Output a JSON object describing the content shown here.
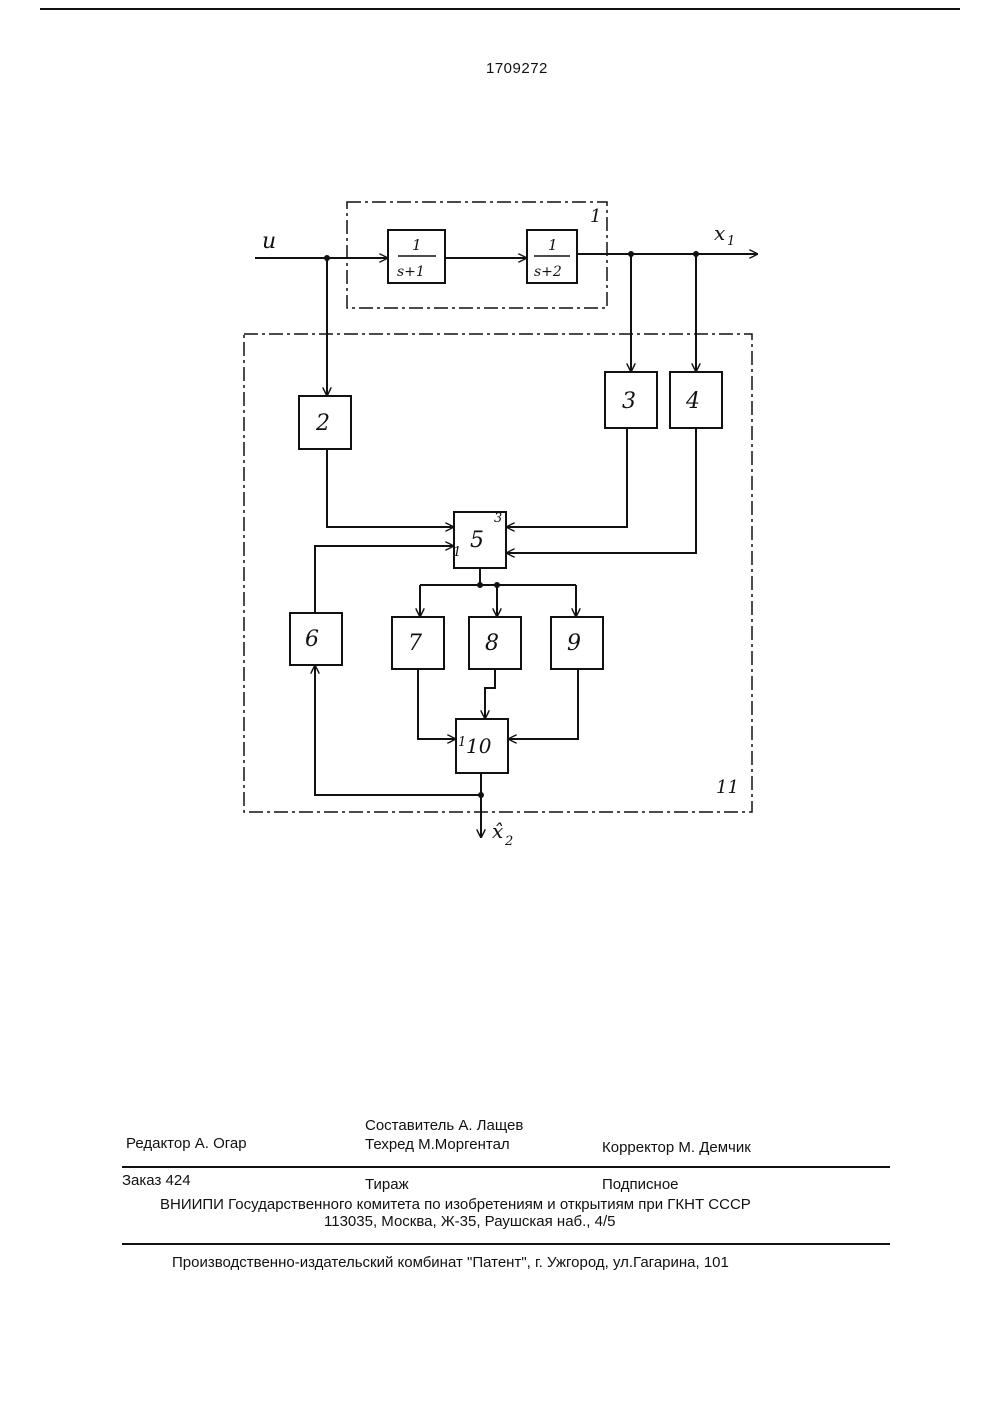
{
  "document": {
    "patent_number": "1709272"
  },
  "diagram": {
    "input_label": "u",
    "output_label_x1": "x",
    "output_label_x1_sub": "1",
    "output_label_x2": "x̂",
    "output_label_x2_sub": "2",
    "tf1": {
      "num": "1",
      "den": "s+1"
    },
    "tf2": {
      "num": "1",
      "den": "s+2"
    },
    "blocks": {
      "b1": "1",
      "b2": "2",
      "b3": "3",
      "b4": "4",
      "b5": "5",
      "b6": "6",
      "b7": "7",
      "b8": "8",
      "b9": "9",
      "b10": "10",
      "b11": "11"
    },
    "ports": {
      "p5_1": "1",
      "p5_3": "3",
      "p10_1": "1"
    }
  },
  "colophon": {
    "editor": "Редактор  А. Огар",
    "composer": "Составитель  А. Лащев",
    "techred": "Техред М.Моргентал",
    "corrector": "Корректор   М. Демчик",
    "order": "Заказ  424",
    "circulation": "Тираж",
    "subscription": "Подписное",
    "org_line": "ВНИИПИ Государственного комитета по изобретениям и открытиям при ГКНТ СССР",
    "address": "113035, Москва, Ж-35, Раушская наб., 4/5",
    "printer": "Производственно-издательский комбинат \"Патент\", г. Ужгород, ул.Гагарина, 101"
  }
}
